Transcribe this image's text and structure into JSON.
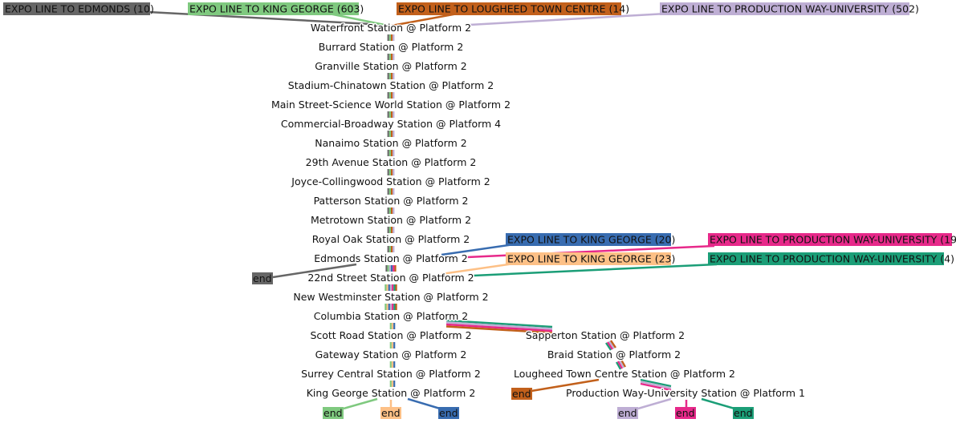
{
  "routes": [
    {
      "id": "edm10",
      "label": "EXPO LINE TO EDMONDS (10)",
      "color": "#666666"
    },
    {
      "id": "kg603",
      "label": "EXPO LINE TO KING GEORGE (603)",
      "color": "#7fc97f"
    },
    {
      "id": "lt14",
      "label": "EXPO LINE TO LOUGHEED TOWN CENTRE (14)",
      "color": "#c2601b"
    },
    {
      "id": "pw502",
      "label": "EXPO LINE TO PRODUCTION WAY-UNIVERSITY (502)",
      "color": "#beaed4"
    },
    {
      "id": "kg20",
      "label": "EXPO LINE TO KING GEORGE (20)",
      "color": "#386cb0"
    },
    {
      "id": "pw19",
      "label": "EXPO LINE TO PRODUCTION WAY-UNIVERSITY (19)",
      "color": "#e7298a"
    },
    {
      "id": "kg23",
      "label": "EXPO LINE TO KING GEORGE (23)",
      "color": "#fdc086"
    },
    {
      "id": "pw4",
      "label": "EXPO LINE TO PRODUCTION WAY-UNIVERSITY (4)",
      "color": "#1b9e77"
    }
  ],
  "stations": {
    "waterfront": "Waterfront Station @ Platform 2",
    "burrard": "Burrard Station @ Platform 2",
    "granville": "Granville Station @ Platform 2",
    "stadium": "Stadium-Chinatown Station @ Platform 2",
    "mainst": "Main Street-Science World Station @ Platform 2",
    "commercial": "Commercial-Broadway Station @ Platform 4",
    "nanaimo": "Nanaimo Station @ Platform 2",
    "ave29": "29th Avenue Station @ Platform 2",
    "joyce": "Joyce-Collingwood Station @ Platform 2",
    "patterson": "Patterson Station @ Platform 2",
    "metrotown": "Metrotown Station @ Platform 2",
    "royaloak": "Royal Oak Station @ Platform 2",
    "edmonds": "Edmonds Station @ Platform 2",
    "st22": "22nd Street Station @ Platform 2",
    "newwest": "New Westminster Station @ Platform 2",
    "columbia": "Columbia Station @ Platform 2",
    "scott": "Scott Road Station @ Platform 2",
    "gateway": "Gateway Station @ Platform 2",
    "surrey": "Surrey Central Station @ Platform 2",
    "kinggeorge": "King George Station @ Platform 2",
    "sapperton": "Sapperton Station @ Platform 2",
    "braid": "Braid Station @ Platform 2",
    "lougheed": "Lougheed Town Centre Station @ Platform 2",
    "prodway": "Production Way-University Station @ Platform 1"
  },
  "end_label": "end"
}
